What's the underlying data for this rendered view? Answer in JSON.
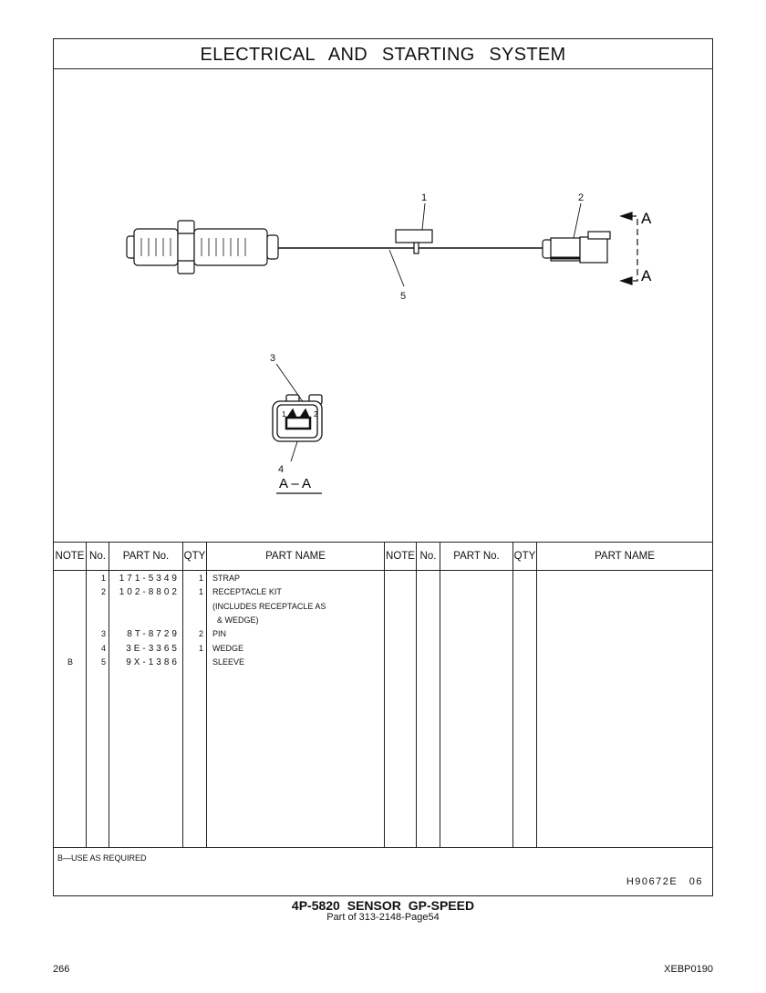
{
  "title": "ELECTRICAL AND STARTING SYSTEM",
  "diagram": {
    "callouts": [
      "1",
      "2",
      "3",
      "4",
      "5"
    ],
    "section_marker": "A",
    "section_label": "A – A",
    "pin_labels": [
      "1",
      "2"
    ]
  },
  "table": {
    "headers": [
      "NOTE",
      "No.",
      "PART No.",
      "QTY",
      "PART NAME",
      "NOTE",
      "No.",
      "PART No.",
      "QTY",
      "PART NAME"
    ],
    "rows": [
      {
        "note": "",
        "no": "1",
        "part_no": "171-5349",
        "qty": "1",
        "name": "STRAP"
      },
      {
        "note": "",
        "no": "2",
        "part_no": "102-8802",
        "qty": "1",
        "name": "RECEPTACLE KIT"
      },
      {
        "note": "",
        "no": "",
        "part_no": "",
        "qty": "",
        "name": "(INCLUDES RECEPTACLE AS"
      },
      {
        "note": "",
        "no": "",
        "part_no": "",
        "qty": "",
        "name": "  & WEDGE)"
      },
      {
        "note": "",
        "no": "3",
        "part_no": "8T-8729",
        "qty": "2",
        "name": "PIN"
      },
      {
        "note": "",
        "no": "4",
        "part_no": "3E-3365",
        "qty": "1",
        "name": "WEDGE"
      },
      {
        "note": "B",
        "no": "5",
        "part_no": "9X-1386",
        "qty": "",
        "name": "SLEEVE"
      }
    ]
  },
  "footnote": "B—USE AS REQUIRED",
  "drawing_code": "H90672E  06",
  "caption": "4P-5820  SENSOR  GP-SPEED",
  "subcaption": "Part of 313-2148-Page54",
  "page_number": "266",
  "doc_id": "XEBP0190"
}
